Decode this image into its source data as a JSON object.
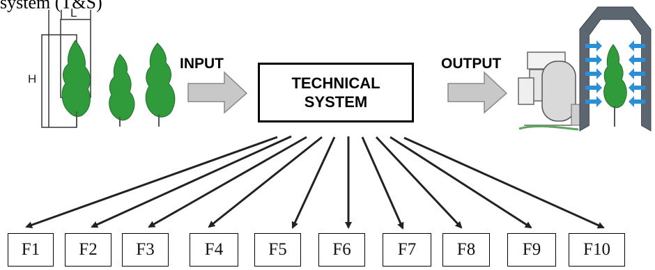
{
  "header": {
    "text": "system (T&S)"
  },
  "input": {
    "label": "INPUT"
  },
  "output": {
    "label": "OUTPUT"
  },
  "system": {
    "line1": "TECHNICAL",
    "line2": "SYSTEM"
  },
  "dimensions": {
    "height_label": "H",
    "width_label": "L"
  },
  "functions": [
    "F1",
    "F2",
    "F3",
    "F4",
    "F5",
    "F6",
    "F7",
    "F8",
    "F9",
    "F10"
  ],
  "colors": {
    "tree_green": "#2f9b3a",
    "arrow_fill": "#c8c8c8",
    "dryer_arrow": "#2a8fd6"
  }
}
